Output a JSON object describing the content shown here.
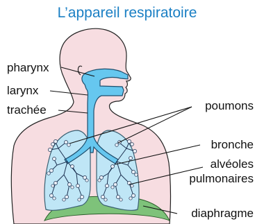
{
  "title": "L’appareil respiratoire",
  "labels": {
    "pharynx": "pharynx",
    "larynx": "larynx",
    "trachee": "trachée",
    "poumons": "poumons",
    "bronche": "bronche",
    "alveoles_line1": "alvéoles",
    "alveoles_line2": "pulmonaires",
    "diaphragme": "diaphragme"
  },
  "colors": {
    "title": "#1a7fc4",
    "skin": "#f7dde1",
    "airway": "#66c7ef",
    "lung": "#bfe6f6",
    "diaphragm": "#7ec27a"
  }
}
